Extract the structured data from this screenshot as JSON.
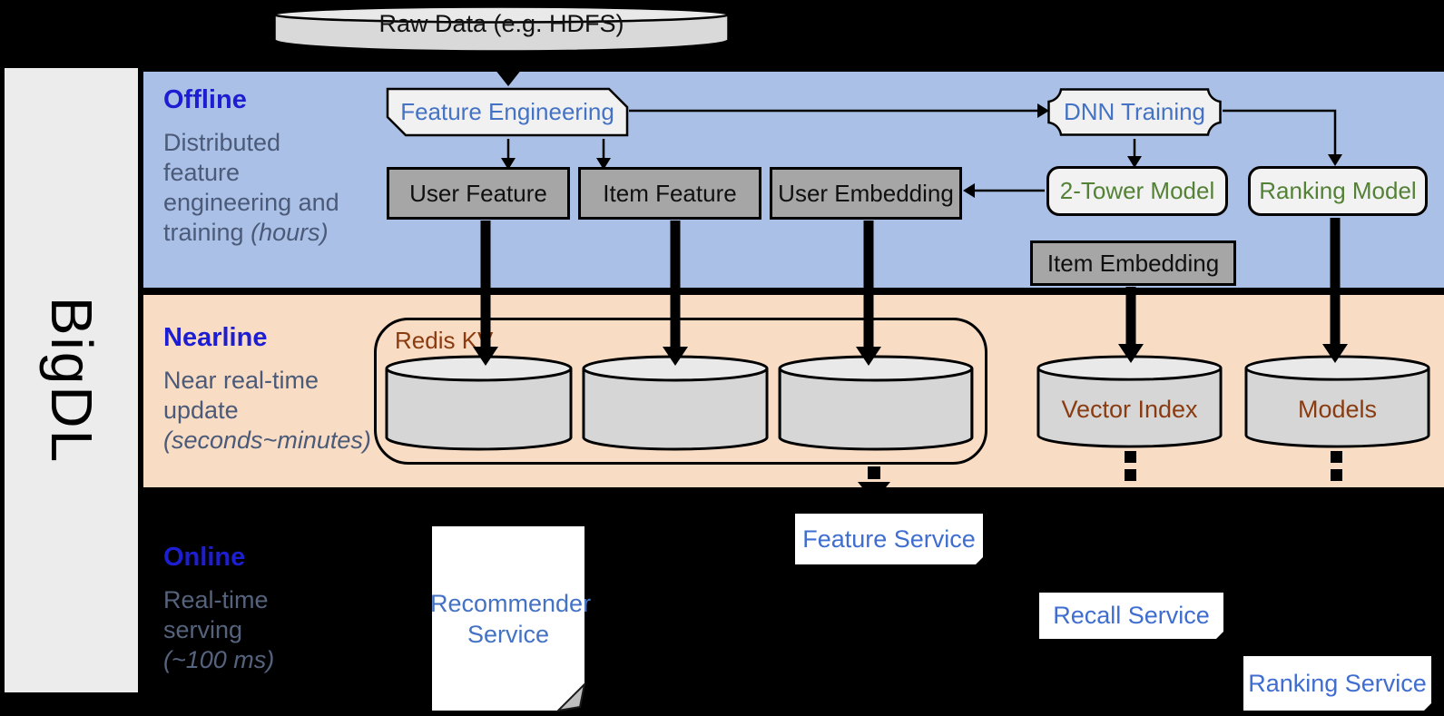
{
  "logo": {
    "text": "BigDL"
  },
  "source": {
    "label": "Raw Data (e.g. HDFS)"
  },
  "bands": {
    "offline": {
      "title": "Offline",
      "line1": "Distributed",
      "line2": "feature",
      "line3": "engineering and",
      "line4": "training",
      "line4_italic": "(hours)"
    },
    "nearline": {
      "title": "Nearline",
      "line1": "Near real-time",
      "line2": "update",
      "line3_italic": "(seconds~minutes)"
    },
    "online": {
      "title": "Online",
      "line1": "Real-time",
      "line2": "serving",
      "line3_italic": "(~100 ms)"
    }
  },
  "nodes": {
    "feature_engineering": "Feature Engineering",
    "dnn_training": "DNN Training",
    "user_feature": "User Feature",
    "item_feature": "Item Feature",
    "user_embedding": "User Embedding",
    "two_tower_model": "2-Tower Model",
    "ranking_model": "Ranking Model",
    "item_embedding": "Item Embedding",
    "redis_kv": "Redis KV",
    "vector_index": "Vector Index",
    "models": "Models",
    "recommender_service": "Recommender Service",
    "feature_service": "Feature Service",
    "recall_service": "Recall Service",
    "ranking_service": "Ranking Service"
  },
  "colors": {
    "band_offline": "#abc0e6",
    "band_nearline": "#f9dcc4",
    "panel_gray": "#ececec",
    "box_dark": "#a6a6a6",
    "box_light": "#f2f2f2",
    "title_blue": "#1d1dd2",
    "subtitle_slate": "#4a5a78",
    "node_blue": "#4472c4",
    "node_green": "#538135",
    "storage_brown": "#8a3b10",
    "arrow_black": "#000000",
    "background": "#000000"
  }
}
